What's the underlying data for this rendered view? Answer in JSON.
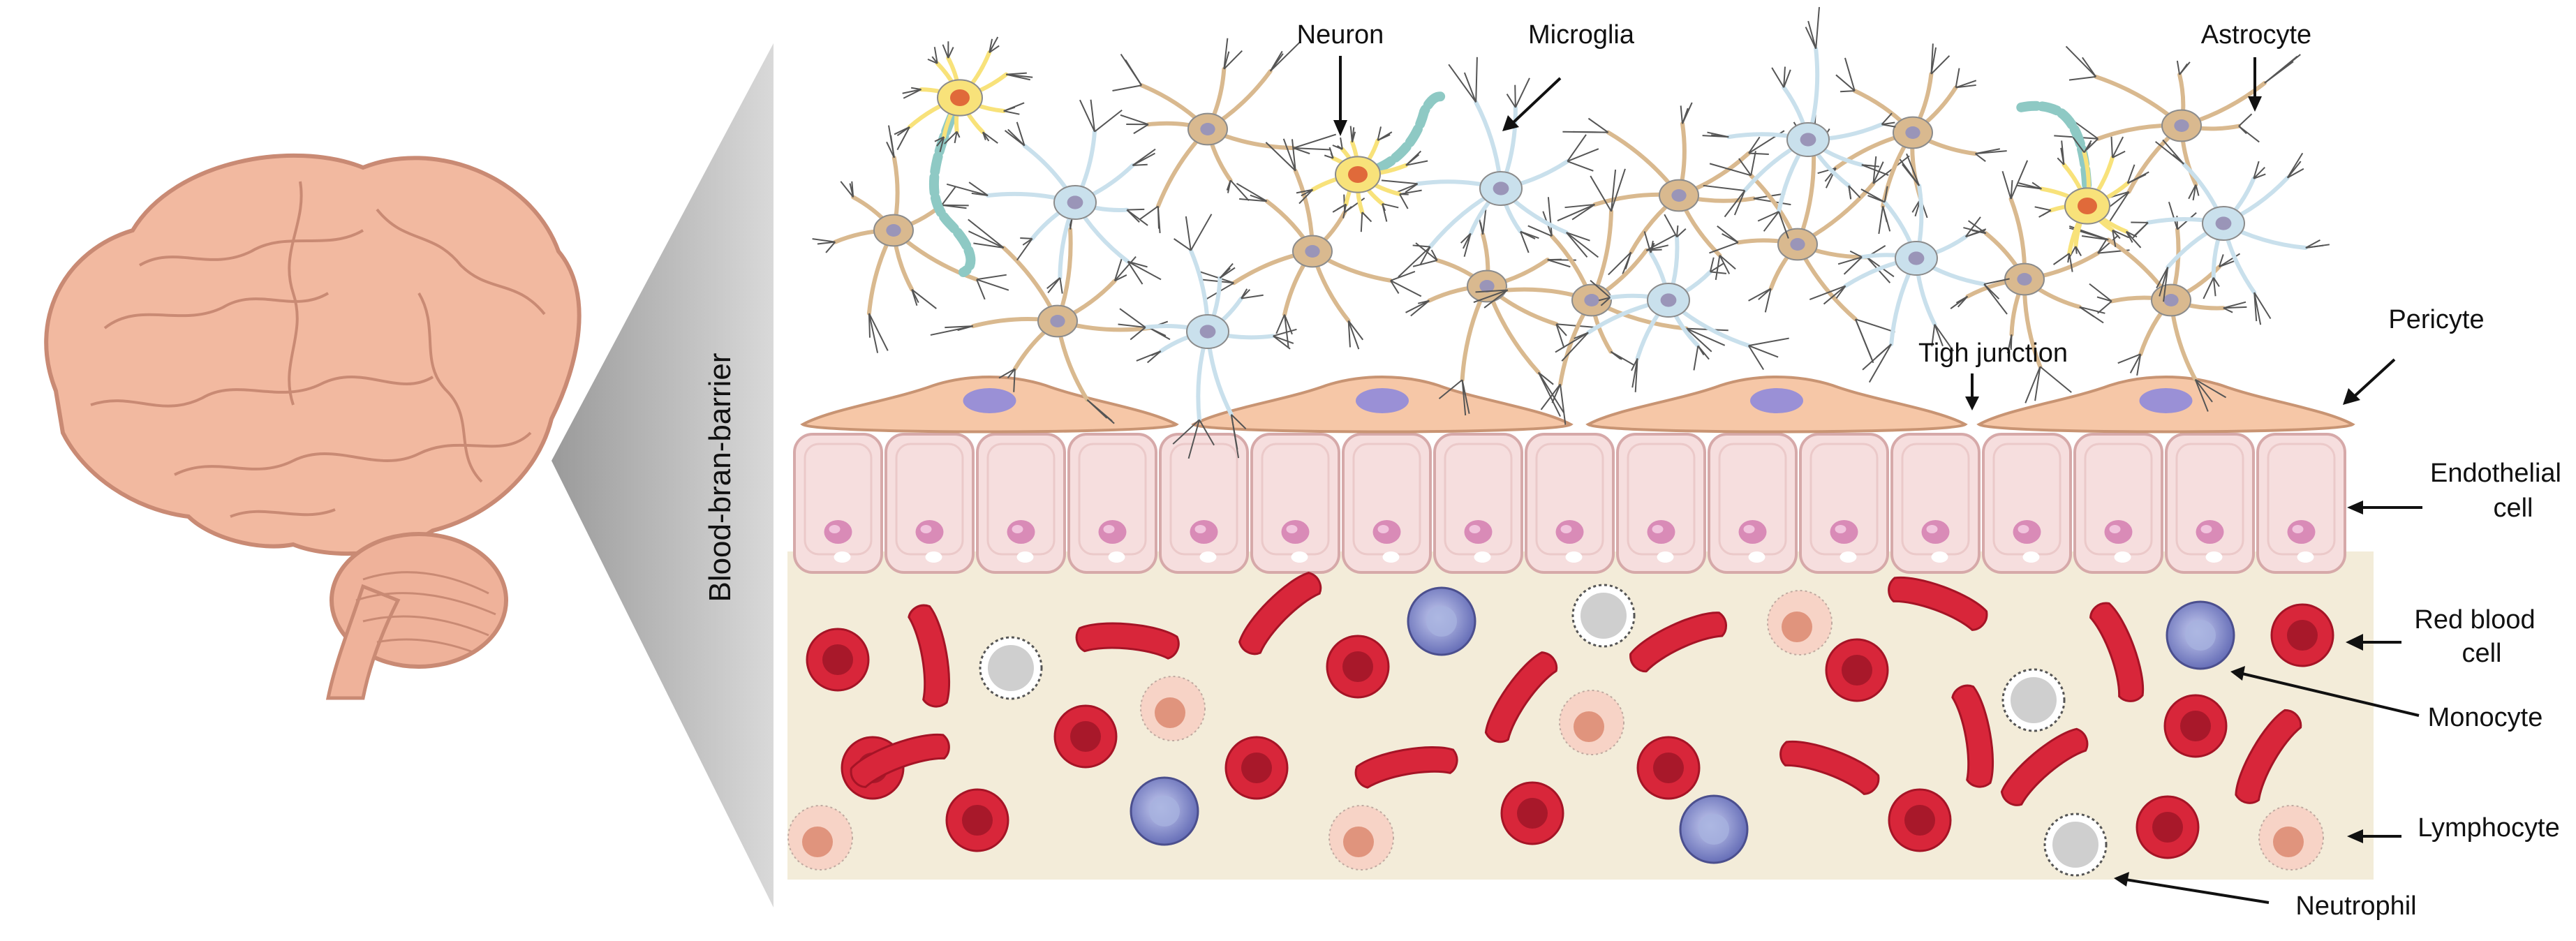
{
  "labels": {
    "barrier": "Blood-bran-barrier",
    "neuron": "Neuron",
    "microglia": "Microglia",
    "astrocyte": "Astrocyte",
    "pericyte": "Pericyte",
    "tight_junction": "Tigh junction",
    "endothelial_l1": "Endothelial",
    "endothelial_l2": "cell",
    "rbc_l1": "Red blood",
    "rbc_l2": "cell",
    "monocyte": "Monocyte",
    "lymphocyte": "Lymphocyte",
    "neutrophil": "Neutrophil"
  },
  "icons": [
    "brain-icon",
    "neuron-icon",
    "microglia-icon",
    "astrocyte-icon",
    "pericyte-icon",
    "endothelial-cell-icon",
    "red-blood-cell-icon",
    "monocyte-icon",
    "lymphocyte-icon",
    "neutrophil-icon"
  ],
  "colors": {
    "brain": "#f2b9a0",
    "brain_outline": "#c98a74",
    "plasma": "#f3ecd9",
    "endothelial": "#f6dede",
    "endothelial_outline": "#d6a9a9",
    "endothelial_nucleus": "#d98bb7",
    "pericyte": "#f6c7a7",
    "pericyte_nucleus": "#9a90d6",
    "astrocyte": "#d9b98f",
    "microglia": "#c9e0ec",
    "neuron": "#f8e27a",
    "axon": "#8ec9c4",
    "rbc": "#d8263a",
    "rbc_center": "#a8182a",
    "monocyte": "#7f86c9",
    "lymphocyte": "#f7d3c6",
    "lymphocyte_nucleus": "#e0947d",
    "neutrophil": "#e8e8e8",
    "wedge": "#c8c8c8"
  }
}
